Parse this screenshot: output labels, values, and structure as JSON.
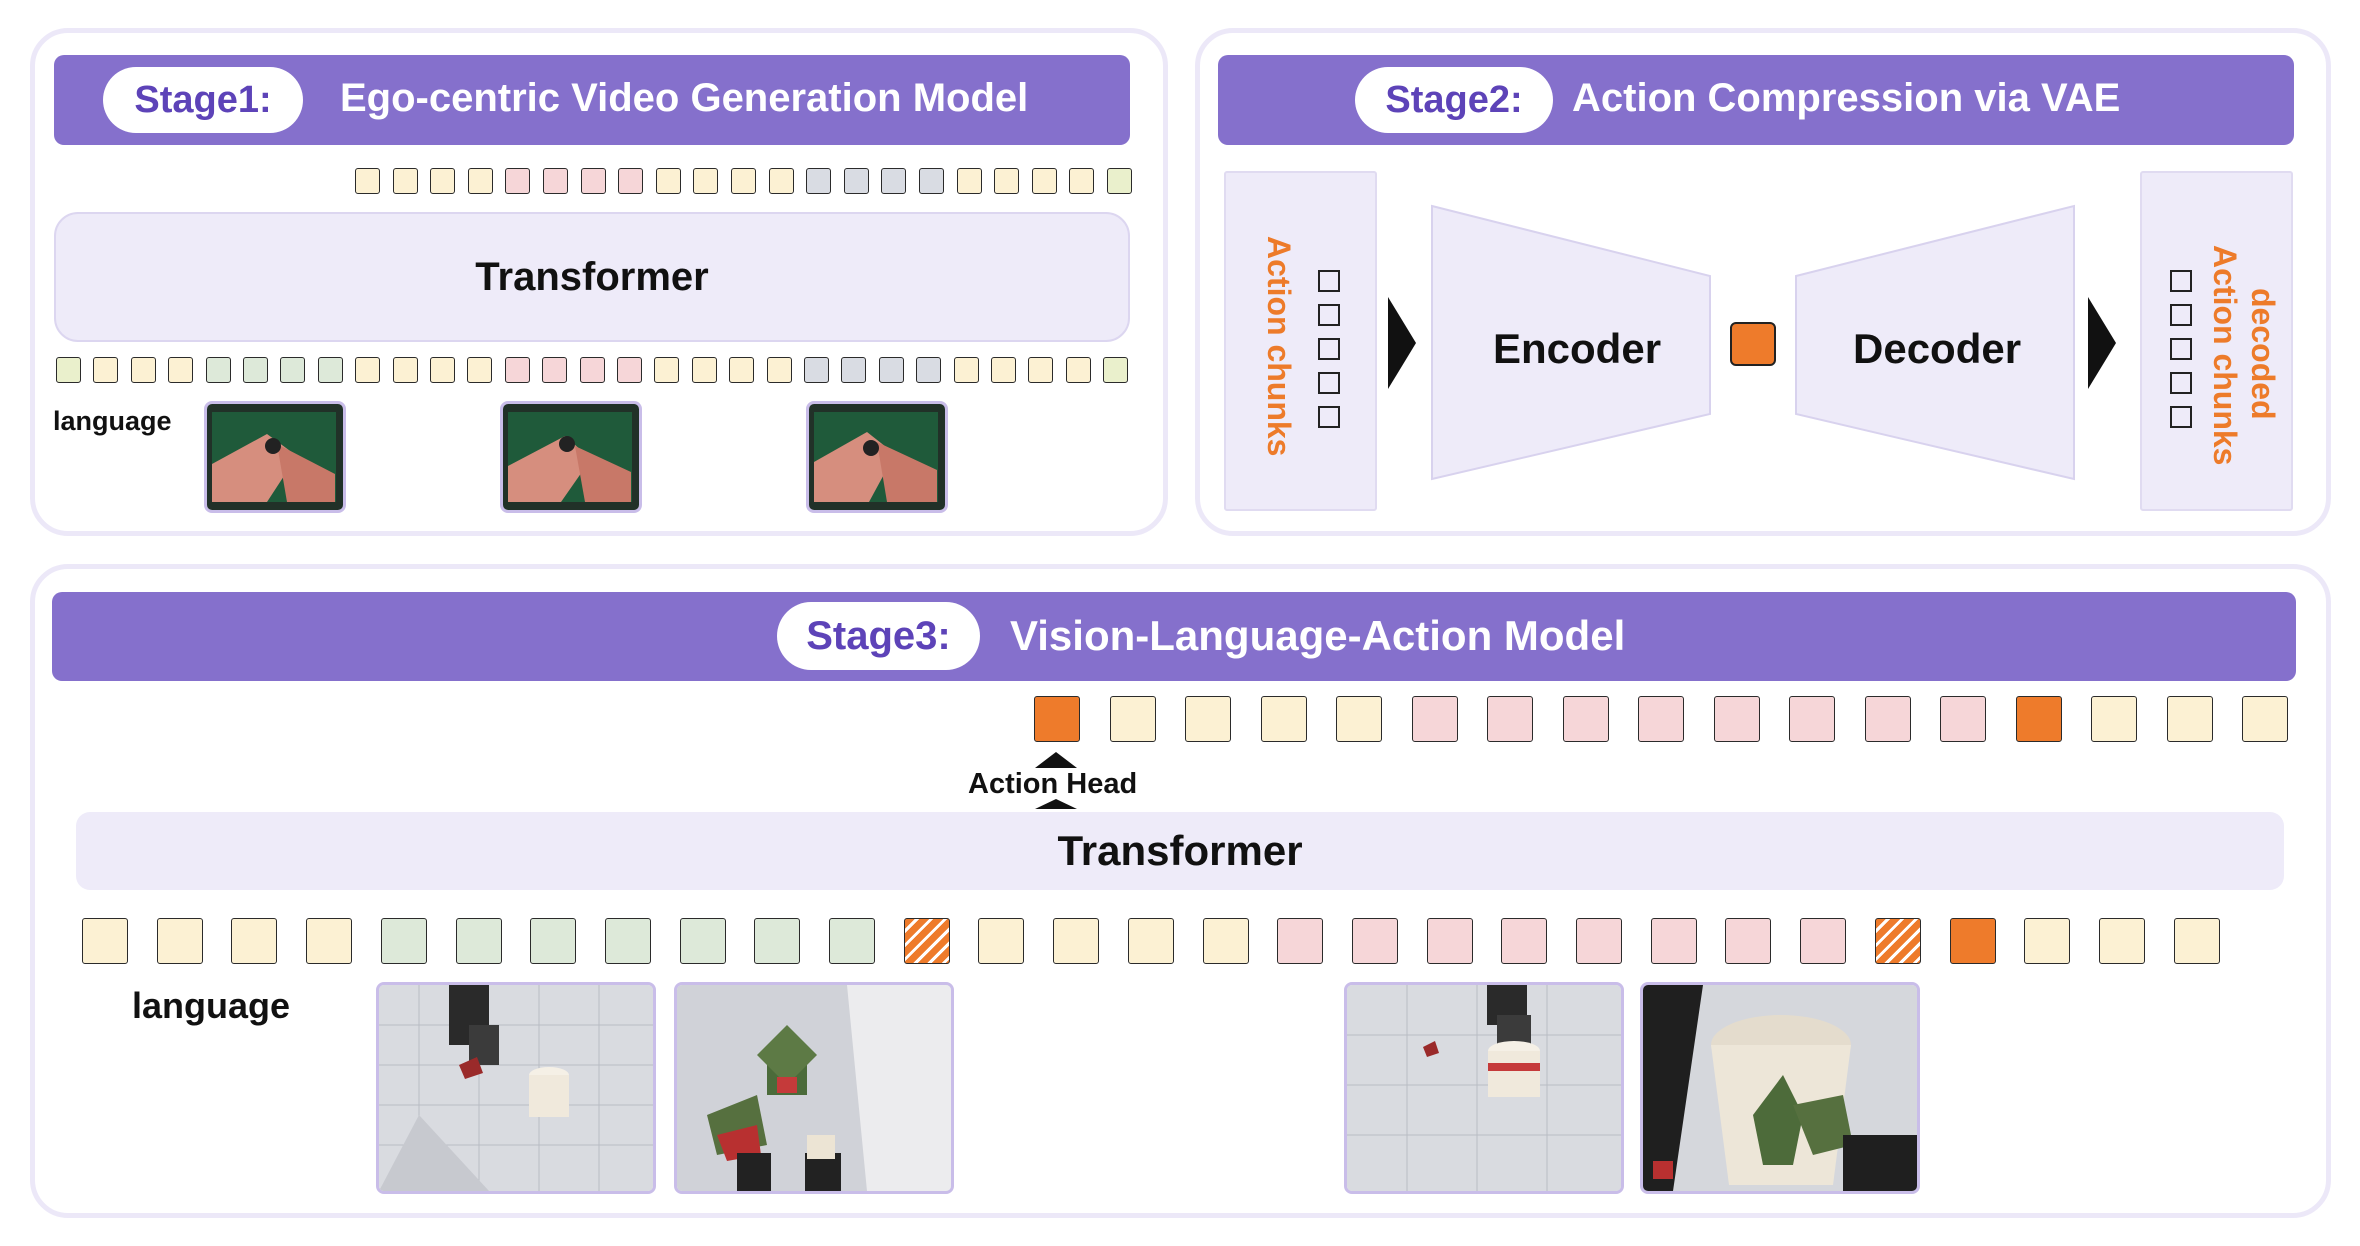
{
  "stage1": {
    "badge": "Stage1:",
    "title": "Ego-centric Video Generation Model",
    "transformer": "Transformer",
    "language_label": "language",
    "top_tokens": [
      "y",
      "y",
      "y",
      "y",
      "p",
      "p",
      "p",
      "p",
      "y",
      "y",
      "y",
      "y",
      "g",
      "g",
      "g",
      "g",
      "y",
      "y",
      "y",
      "y",
      "gy"
    ],
    "bottom_tokens": [
      "gy",
      "y",
      "y",
      "y",
      "gr",
      "gr",
      "gr",
      "gr",
      "y",
      "y",
      "y",
      "y",
      "p",
      "p",
      "p",
      "p",
      "y",
      "y",
      "y",
      "y",
      "g",
      "g",
      "g",
      "g",
      "y",
      "y",
      "y",
      "y",
      "gy"
    ]
  },
  "stage2": {
    "badge": "Stage2:",
    "title": "Action Compression via VAE",
    "input_label": "Action chunks",
    "encoder": "Encoder",
    "decoder": "Decoder",
    "output_label_1": "decoded",
    "output_label_2": "Action chunks"
  },
  "stage3": {
    "badge": "Stage3:",
    "title": "Vision-Language-Action Model",
    "action_head": "Action Head",
    "transformer": "Transformer",
    "language_label": "language",
    "top_tokens": [
      "o",
      "y",
      "y",
      "y",
      "y",
      "p",
      "p",
      "p",
      "p",
      "p",
      "p",
      "p",
      "p",
      "o",
      "y",
      "y",
      "y"
    ],
    "bottom_tokens": [
      "y",
      "y",
      "y",
      "y",
      "gr",
      "gr",
      "gr",
      "gr",
      "gr",
      "gr",
      "gr",
      "h",
      "y",
      "y",
      "y",
      "y",
      "p",
      "p",
      "p",
      "p",
      "p",
      "p",
      "p",
      "p",
      "h",
      "o",
      "y",
      "y",
      "y"
    ]
  },
  "colors": {
    "banner": "#8570cc",
    "badge_text": "#5d43b8",
    "action_text": "#ed7b2a",
    "token_yellow": "#fcf1d3",
    "token_pink": "#f6d6d8",
    "token_green": "#dde9d9",
    "token_gray": "#d9dce3",
    "token_orange": "#ee7b2b"
  }
}
